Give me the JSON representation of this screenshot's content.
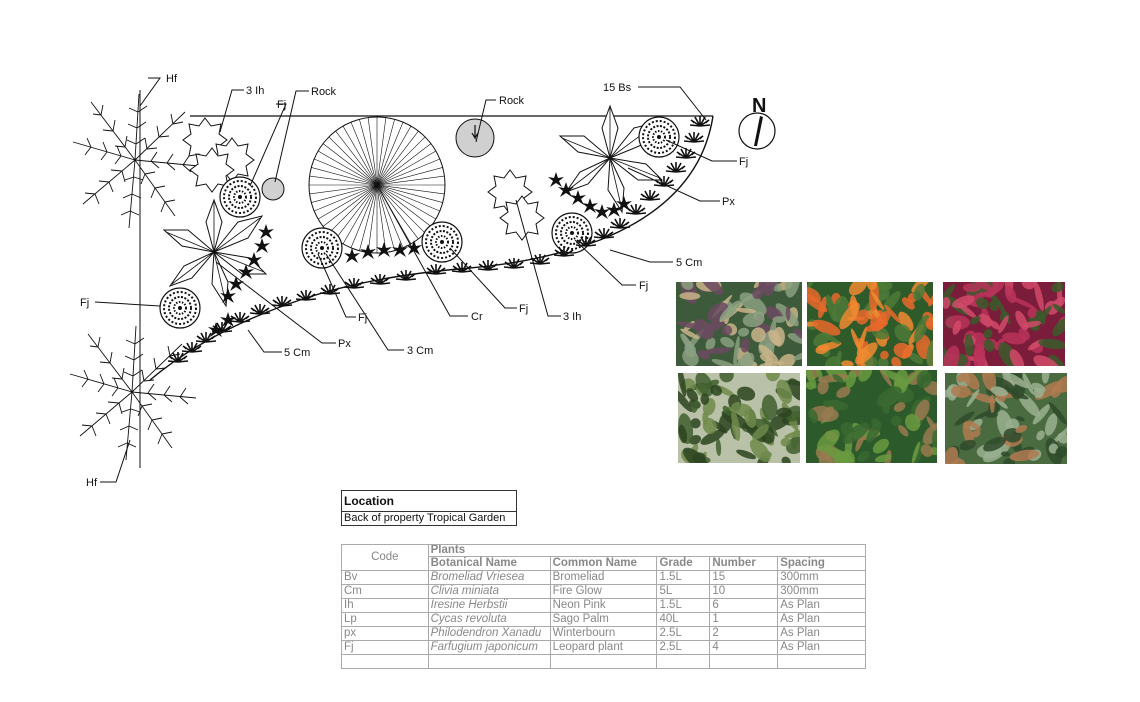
{
  "plan_labels": {
    "hf_top": "Hf",
    "hf_bottom": "Hf",
    "ih_top": "3 Ih",
    "fj_top": "Fj",
    "rock_left": "Rock",
    "rock_mid": "Rock",
    "bs": "15 Bs",
    "fj_right": "Fj",
    "px_right": "Px",
    "cm_right": "5 Cm",
    "fj_mid_right": "Fj",
    "ih_bottom": "3 Ih",
    "fj_center": "Fj",
    "cr": "Cr",
    "cm_bottom": "3 Cm",
    "fj_left_low": "Fj",
    "px_left": "Px",
    "cm_left": "5 Cm",
    "fj_left": "Fj",
    "north": "N"
  },
  "photos": [
    {
      "name": "bromeliad-photo",
      "colors": [
        "#3d5a3a",
        "#8aa080",
        "#c9b48a",
        "#6b4a60"
      ]
    },
    {
      "name": "clivia-photo",
      "colors": [
        "#2f5a2a",
        "#e8692a",
        "#f08a30",
        "#4c7a38"
      ]
    },
    {
      "name": "iresine-photo",
      "colors": [
        "#7a1c3a",
        "#b8335a",
        "#3a5a2a",
        "#d24a6a"
      ]
    },
    {
      "name": "cycas-photo",
      "colors": [
        "#b9c2a8",
        "#3f5f2e",
        "#6f8a4a",
        "#2c4420"
      ]
    },
    {
      "name": "philodendron-photo",
      "colors": [
        "#2c5a2a",
        "#6a9a40",
        "#9a7a50",
        "#3a6a30"
      ]
    },
    {
      "name": "farfugium-photo",
      "colors": [
        "#4a6a40",
        "#9ab090",
        "#b07a50",
        "#2e4a2c"
      ]
    }
  ],
  "location": {
    "title": "Location",
    "value": "Back of property Tropical Garden"
  },
  "plant_table": {
    "code_header": "Code",
    "plants_header": "Plants",
    "columns": [
      "Botanical Name",
      "Common  Name",
      "Grade",
      "Number",
      "Spacing"
    ],
    "rows": [
      {
        "code": "Bv",
        "botanical": "Bromeliad Vriesea",
        "common": "Bromeliad",
        "grade": "1.5L",
        "number": "15",
        "spacing": "300mm"
      },
      {
        "code": "Cm",
        "botanical": "Clivia miniata",
        "common": "Fire Glow",
        "grade": "5L",
        "number": "10",
        "spacing": "300mm"
      },
      {
        "code": "Ih",
        "botanical": "Iresine Herbstii",
        "common": "Neon Pink",
        "grade": "1.5L",
        "number": "6",
        "spacing": "As Plan"
      },
      {
        "code": "Lp",
        "botanical": "Cycas revoluta",
        "common": "Sago Palm",
        "grade": "40L",
        "number": "1",
        "spacing": "As Plan"
      },
      {
        "code": "px",
        "botanical": "Philodendron Xanadu",
        "common": "Winterbourn",
        "grade": "2.5L",
        "number": "2",
        "spacing": "As Plan"
      },
      {
        "code": "Fj",
        "botanical": "Farfugium japonicum",
        "common": "Leopard plant",
        "grade": "2.5L",
        "number": "4",
        "spacing": "As Plan"
      }
    ]
  }
}
